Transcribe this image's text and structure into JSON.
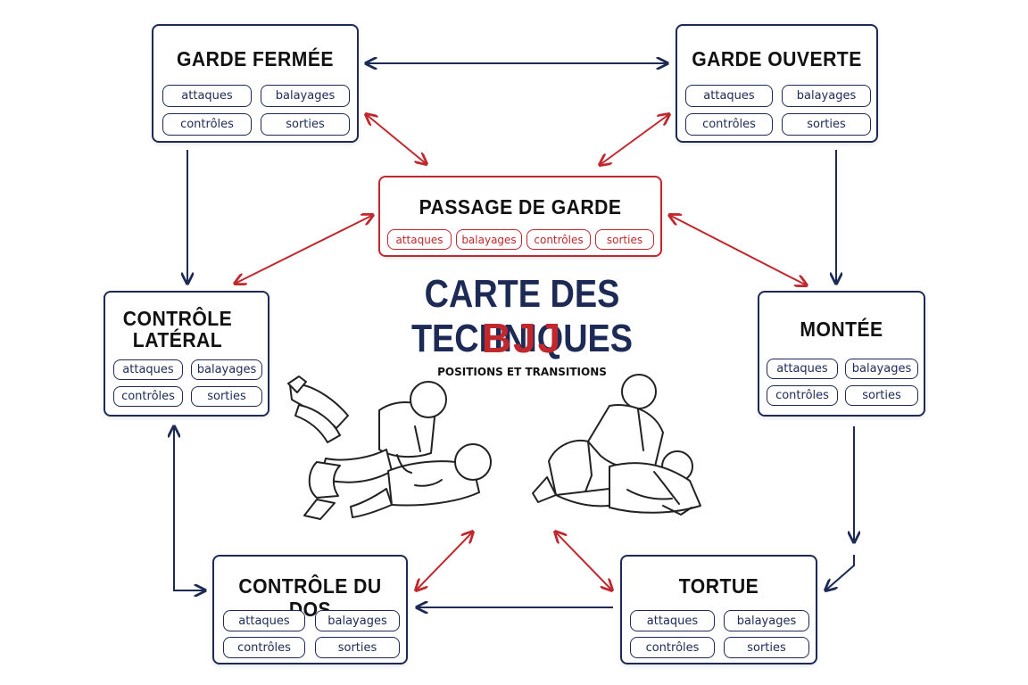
{
  "title": "CARTE DES TECHNIQUES",
  "subtitle": "BJJ",
  "tagline": "POSITIONS ET TRANSITIONS",
  "colors": {
    "navy": "#1c2a55",
    "red": "#c0282d"
  },
  "nodes": [
    {
      "id": "garde-fermee",
      "title": "GARDE FERMÉE",
      "accent": "navy",
      "items": [
        "attaques",
        "balayages",
        "contrôles",
        "sorties"
      ]
    },
    {
      "id": "garde-ouverte",
      "title": "GARDE OUVERTE",
      "accent": "navy",
      "items": [
        "attaques",
        "balayages",
        "contrôles",
        "sorties"
      ]
    },
    {
      "id": "passage-de-garde",
      "title": "PASSAGE DE GARDE",
      "accent": "red",
      "items": [
        "attaques",
        "balayages",
        "contrôles",
        "sorties"
      ]
    },
    {
      "id": "controle-lateral",
      "title": "CONTRÔLE\nLATÉRAL",
      "accent": "navy",
      "items": [
        "attaques",
        "balayages",
        "contrôles",
        "sorties"
      ]
    },
    {
      "id": "montee",
      "title": "MONTÉE",
      "accent": "navy",
      "items": [
        "attaques",
        "balayages",
        "contrôles",
        "sorties"
      ]
    },
    {
      "id": "controle-du-dos",
      "title": "CONTRÔLE DU DOS",
      "accent": "navy",
      "items": [
        "attaques",
        "balayages",
        "contrôles",
        "sorties"
      ]
    },
    {
      "id": "tortue",
      "title": "TORTUE",
      "accent": "navy",
      "items": [
        "attaques",
        "balayages",
        "contrôles",
        "sorties"
      ]
    }
  ],
  "edges": [
    {
      "from": "garde-fermee",
      "to": "garde-ouverte",
      "color": "navy",
      "bidirectional": true
    },
    {
      "from": "garde-fermee",
      "to": "passage-de-garde",
      "color": "red",
      "bidirectional": true
    },
    {
      "from": "garde-ouverte",
      "to": "passage-de-garde",
      "color": "red",
      "bidirectional": true
    },
    {
      "from": "passage-de-garde",
      "to": "controle-lateral",
      "color": "red",
      "bidirectional": true
    },
    {
      "from": "passage-de-garde",
      "to": "montee",
      "color": "red",
      "bidirectional": true
    },
    {
      "from": "garde-fermee",
      "to": "controle-lateral",
      "color": "navy",
      "bidirectional": false
    },
    {
      "from": "garde-ouverte",
      "to": "montee",
      "color": "navy",
      "bidirectional": false
    },
    {
      "from": "controle-lateral",
      "to": "controle-du-dos",
      "color": "navy",
      "bidirectional": true
    },
    {
      "from": "montee",
      "to": "tortue",
      "color": "navy",
      "bidirectional": false
    },
    {
      "from": "tortue",
      "to": "controle-du-dos",
      "color": "navy",
      "bidirectional": false
    },
    {
      "from": "controle-du-dos",
      "to": "center",
      "color": "red",
      "bidirectional": true
    },
    {
      "from": "tortue",
      "to": "center",
      "color": "red",
      "bidirectional": true
    }
  ]
}
